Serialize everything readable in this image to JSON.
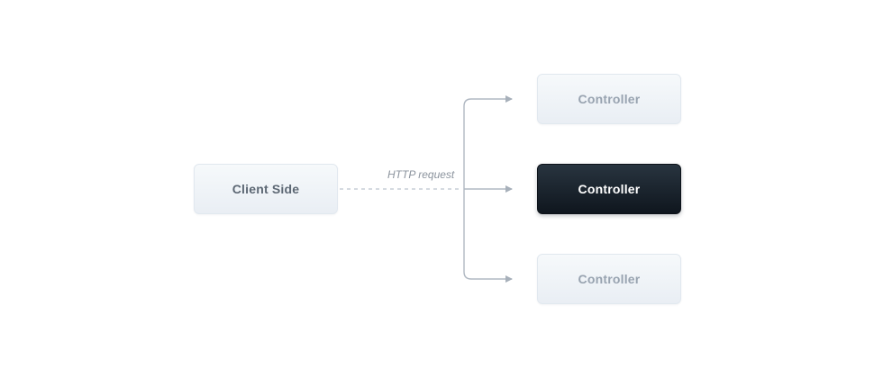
{
  "diagram": {
    "client": {
      "label": "Client Side"
    },
    "connector": {
      "label": "HTTP request"
    },
    "controllers": [
      {
        "label": "Controller",
        "variant": "light"
      },
      {
        "label": "Controller",
        "variant": "dark"
      },
      {
        "label": "Controller",
        "variant": "light"
      }
    ],
    "colors": {
      "line": "#b0b8c2",
      "dashed_line": "#c7ced6",
      "arrowhead": "#a7b0ba",
      "light_box_bg": "#eef2f6",
      "dark_box_bg": "#141d26",
      "light_box_text": "#98a3b0",
      "client_text": "#5c6773",
      "dark_box_text": "#ffffff"
    }
  }
}
